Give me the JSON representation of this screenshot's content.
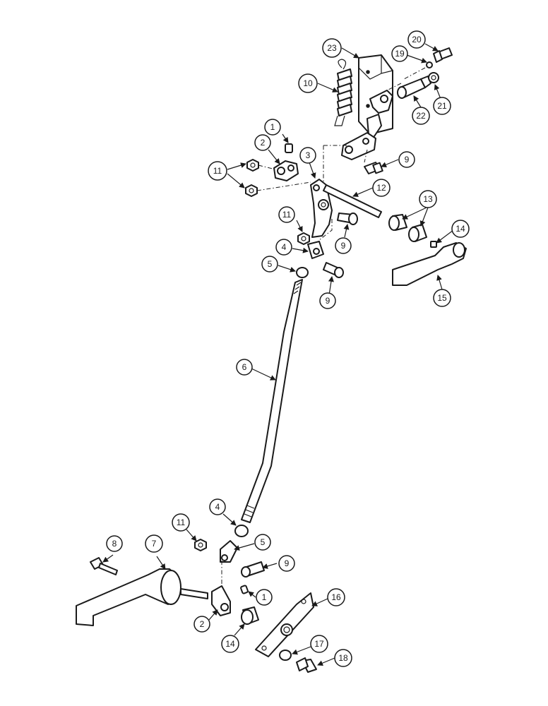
{
  "callouts": {
    "c1a": "1",
    "c1b": "1",
    "c2a": "2",
    "c2b": "2",
    "c3": "3",
    "c4a": "4",
    "c4b": "4",
    "c5a": "5",
    "c5b": "5",
    "c6": "6",
    "c7": "7",
    "c8": "8",
    "c9a": "9",
    "c9b": "9",
    "c9c": "9",
    "c9d": "9",
    "c10": "10",
    "c11a": "11",
    "c11b": "11",
    "c11c": "11",
    "c12": "12",
    "c13": "13",
    "c14a": "14",
    "c14b": "14",
    "c15": "15",
    "c16": "16",
    "c17": "17",
    "c18": "18",
    "c19": "19",
    "c20": "20",
    "c21": "21",
    "c22": "22",
    "c23": "23"
  }
}
